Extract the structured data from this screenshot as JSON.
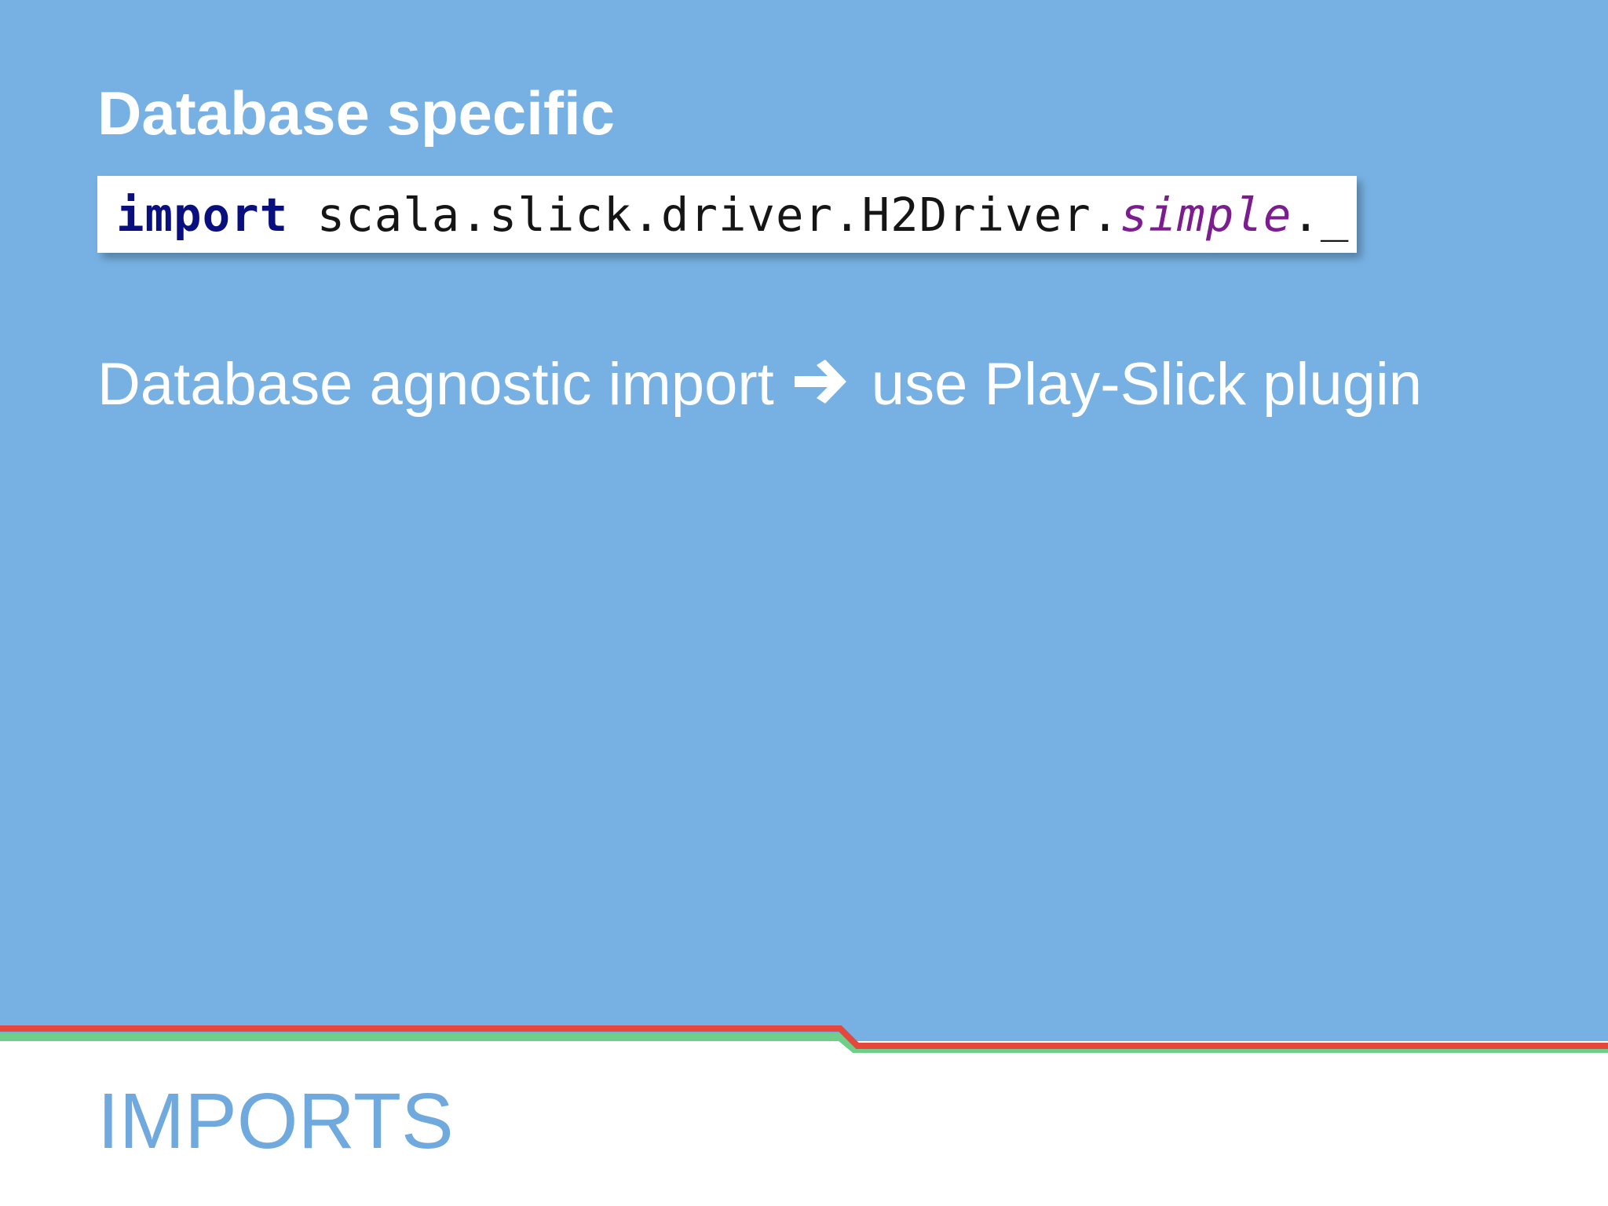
{
  "slide": {
    "heading": "Database specific",
    "code": {
      "keyword": "import",
      "path": "scala.slick.driver.H2Driver.",
      "member": "simple",
      "suffix": "._"
    },
    "body": {
      "before_arrow": "Database agnostic import",
      "arrow_icon": "right-arrow-icon",
      "after_arrow": "use Play-Slick plugin"
    },
    "footer_title": "IMPORTS"
  },
  "colors": {
    "background": "#77b1e3",
    "footer_background": "#ffffff",
    "divider_red": "#e5473d",
    "divider_green": "#6fcf8a",
    "footer_title": "#6fa9de",
    "code_keyword": "#0a0f80",
    "code_member": "#7b1c8f"
  }
}
